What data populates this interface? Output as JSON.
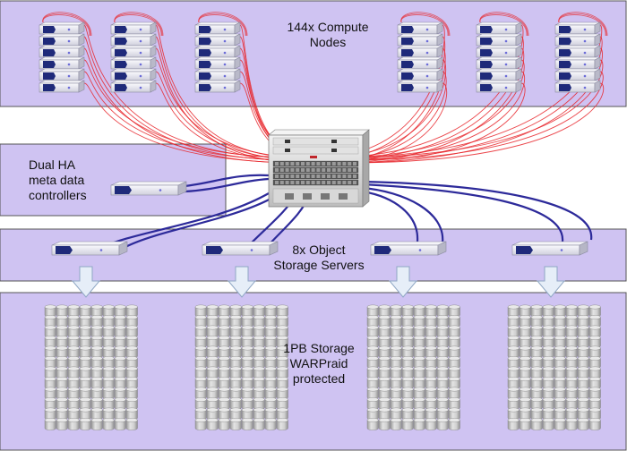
{
  "panels": {
    "compute": {
      "label_line1": "144x Compute",
      "label_line2": "Nodes"
    },
    "metadata": {
      "label_line1": "Dual HA",
      "label_line2": "meta data",
      "label_line3": "controllers"
    },
    "object_storage": {
      "label_line1": "8x Object",
      "label_line2": "Storage Servers"
    },
    "storage": {
      "label_line1": "1PB Storage",
      "label_line2": "WARPraid",
      "label_line3": "protected"
    }
  },
  "colors": {
    "panel_fill": "#cfc3f2",
    "panel_stroke": "#555555",
    "red_cable": "#e8262b",
    "blue_cable": "#2d2a9a",
    "arrow_fill": "#e6eef8",
    "arrow_stroke": "#8fa7c4",
    "disk_fill": "#c8c8c8",
    "node_body": "#e9e9f2",
    "node_face": "#1f2a7a"
  },
  "icons": {
    "compute_node": "rack-server-icon",
    "switch": "network-switch-icon",
    "storage_server": "storage-server-icon",
    "disk": "disk-cylinder-icon",
    "arrow": "down-arrow-icon"
  }
}
